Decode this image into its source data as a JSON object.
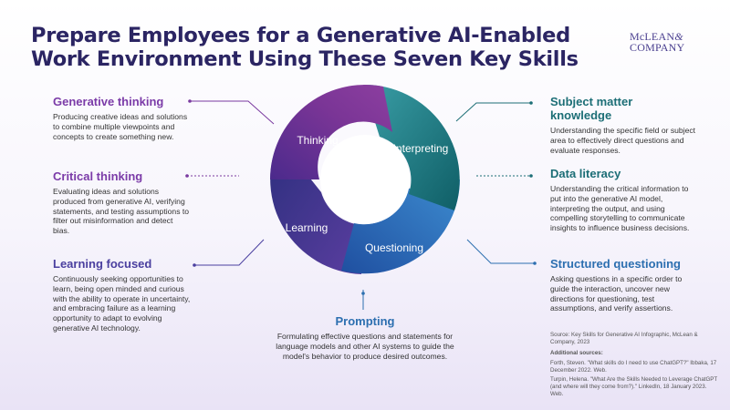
{
  "title": {
    "line1": "Prepare Employees for a Generative AI-Enabled",
    "line2": "Work Environment Using These Seven Key Skills"
  },
  "logo": {
    "line1": "McLEAN",
    "amp": "&",
    "line2": "COMPANY"
  },
  "ring": {
    "thinking": "Thinking",
    "interpreting": "Interpreting",
    "learning": "Learning",
    "questioning": "Questioning"
  },
  "skills": {
    "generative": {
      "title": "Generative thinking",
      "desc": "Producing creative ideas and solutions to combine multiple viewpoints and concepts to create something new."
    },
    "critical": {
      "title": "Critical thinking",
      "desc": "Evaluating ideas and solutions produced from generative AI, verifying statements, and testing assumptions to filter out misinformation and detect bias."
    },
    "learning": {
      "title": "Learning focused",
      "desc": "Continuously seeking opportunities to learn, being open minded and curious with the ability to operate in uncertainty, and embracing failure as a learning opportunity to adapt to evolving generative AI technology."
    },
    "subject": {
      "title_line1": "Subject matter",
      "title_line2": "knowledge",
      "desc": "Understanding the specific field or subject area to effectively direct questions and evaluate responses."
    },
    "data": {
      "title": "Data literacy",
      "desc": "Understanding the critical information to put into the generative AI model, interpreting the output, and using compelling storytelling to communicate insights to influence business decisions."
    },
    "structured": {
      "title": "Structured questioning",
      "desc": "Asking questions in a specific order to guide the interaction, uncover new directions for questioning, test assumptions, and verify assertions."
    },
    "prompting": {
      "title": "Prompting",
      "desc": "Formulating effective questions and statements for language models and other AI systems to guide the model's behavior to produce desired outcomes."
    }
  },
  "sources": {
    "main": "Source: Key Skills for Generative AI Infographic, McLean & Company, 2023",
    "additional_heading": "Additional sources:",
    "ref1": "Forth, Steven. \"What skills do I need to use ChatGPT?\" Ibbaka, 17 December 2022. Web.",
    "ref2": "Turpin, Helena. \"What Are the Skills Needed to Leverage ChatGPT (and where will they come from?).\" LinkedIn, 18 January 2023. Web."
  },
  "colors": {
    "title": "#2b2563",
    "thinking_segment": "#7a3596",
    "interpreting_segment": "#17707a",
    "learning_segment": "#3f3590",
    "questioning_segment": "#2f6fb5",
    "connector": "#6a3aa0"
  }
}
